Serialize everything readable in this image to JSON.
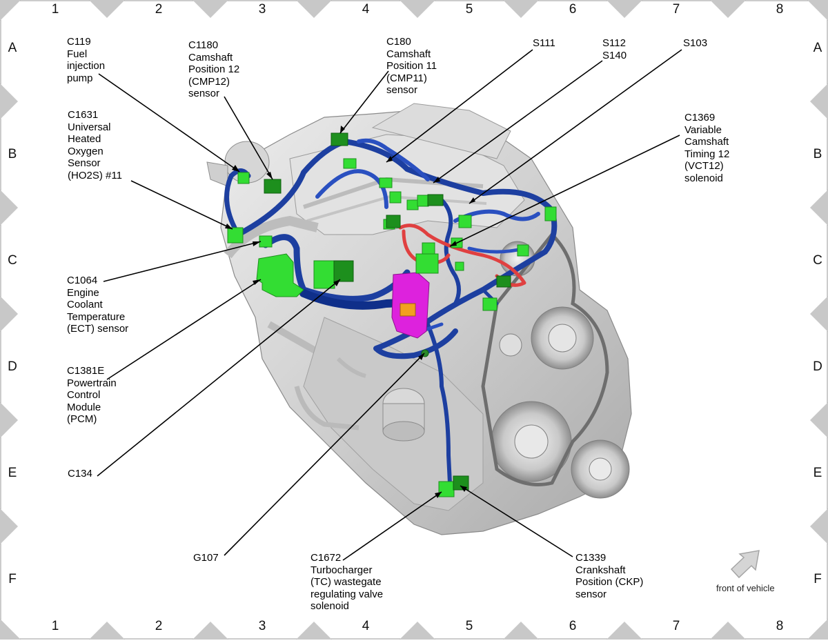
{
  "grid": {
    "columns": [
      "1",
      "2",
      "3",
      "4",
      "5",
      "6",
      "7",
      "8"
    ],
    "rows": [
      "A",
      "B",
      "C",
      "D",
      "E",
      "F"
    ]
  },
  "labels": {
    "c119": "C119\nFuel\ninjection\npump",
    "c1180": "C1180\nCamshaft\nPosition 12\n(CMP12)\nsensor",
    "c180": "C180\nCamshaft\nPosition 11\n(CMP11)\nsensor",
    "s111": "S111",
    "s112": "S112\nS140",
    "s103": "S103",
    "c1631": "C1631\nUniversal\nHeated\nOxygen\nSensor\n(HO2S) #11",
    "c1369": "C1369\nVariable\nCamshaft\nTiming 12\n(VCT12)\nsolenoid",
    "c1064": "C1064\nEngine\nCoolant\nTemperature\n(ECT) sensor",
    "c1381e": "C1381E\nPowertrain\nControl\nModule\n(PCM)",
    "c134": "C134",
    "g107": "G107",
    "c1672": "C1672\nTurbocharger\n(TC) wastegate\nregulating valve\nsolenoid",
    "c1339": "C1339\nCrankshaft\nPosition (CKP)\nsensor"
  },
  "orientation": {
    "text": "front of vehicle"
  },
  "colors": {
    "harness": "#1d3fa0",
    "harness_light": "#3a66d6",
    "harness_red": "#e04040",
    "connector_green": "#33dd33",
    "connector_dark": "#1d8f1d",
    "pcm_magenta": "#dd22dd",
    "engine_gray": "#d4d4d4",
    "frame_diamond": "#c8c8c8"
  }
}
